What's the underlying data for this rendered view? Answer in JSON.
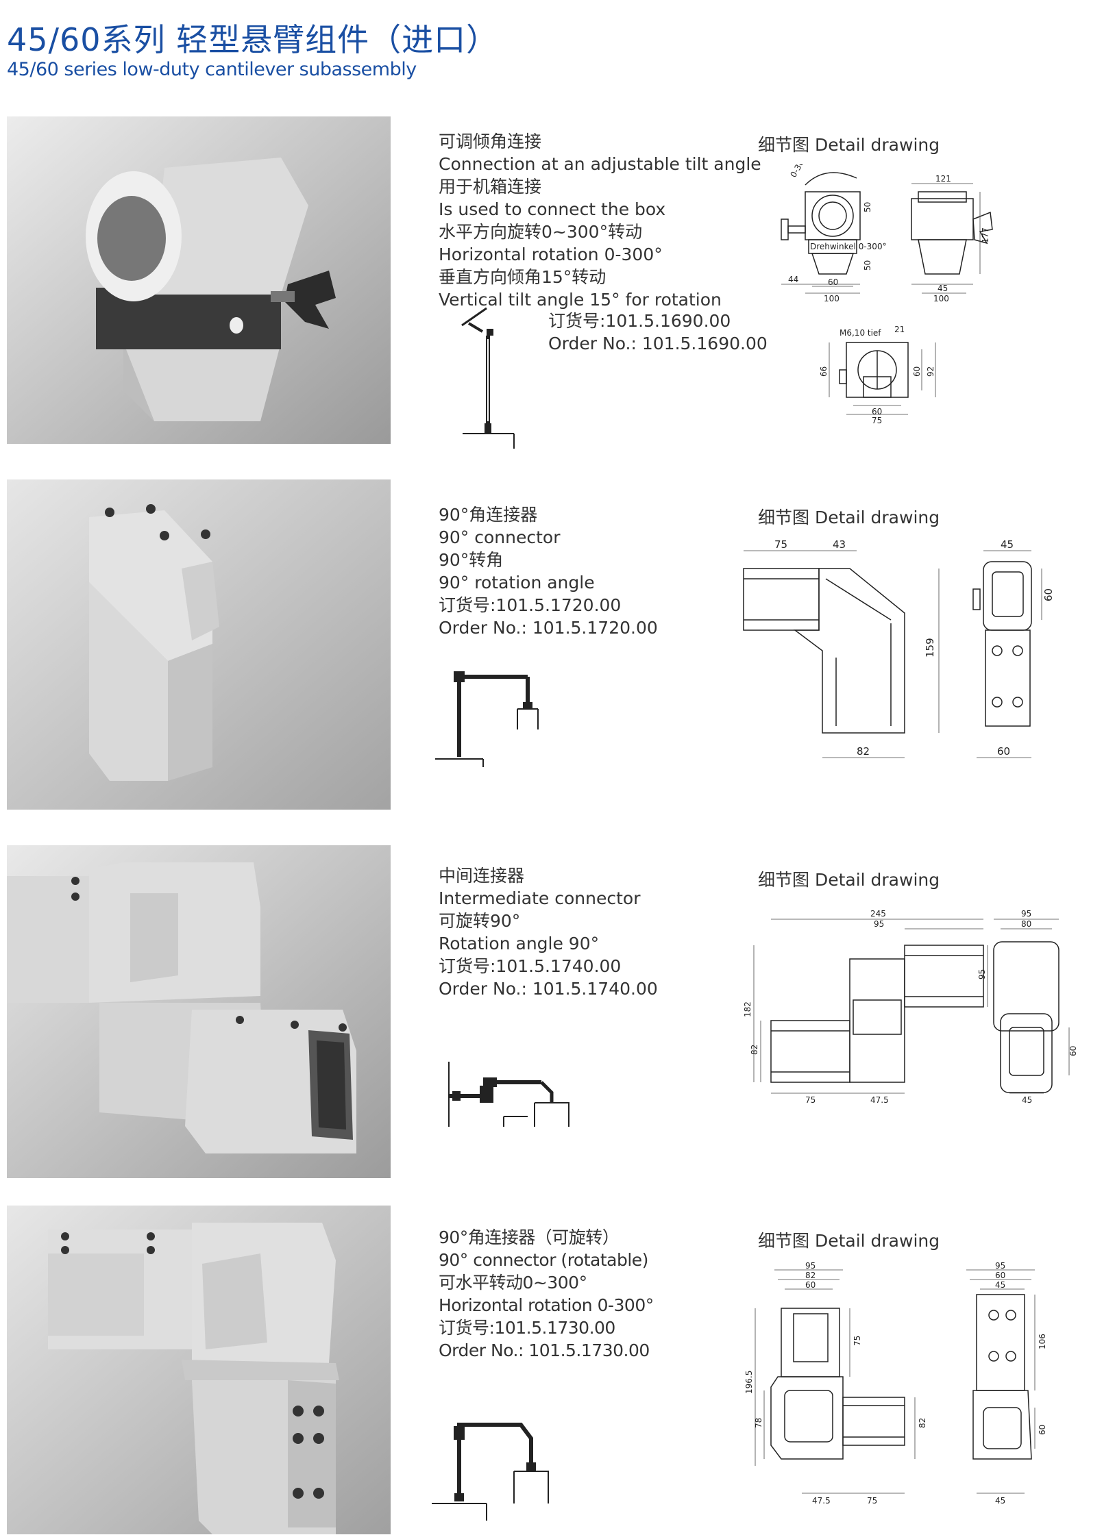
{
  "page": {
    "title_cn": "45/60系列 轻型悬臂组件（进口）",
    "title_en": "45/60 series low-duty cantilever subassembly"
  },
  "products": [
    {
      "lines": [
        "可调倾角连接",
        "Connection at an adjustable tilt angle",
        "用于机箱连接",
        "Is used to connect the box",
        "水平方向旋转0~300°转动",
        "Horizontal rotation 0-300°",
        "垂直方向倾角15°转动",
        "Vertical tilt angle 15°  for rotation"
      ],
      "order_cn": "订货号:101.5.1690.00",
      "order_en": "Order No.: 101.5.1690.00",
      "detail_label": "细节图 Detail drawing",
      "dims": {
        "a": "0-300°",
        "b": "50",
        "c": "50",
        "d": "44",
        "e": "60",
        "f": "100",
        "g": "Drehwinkel 0-300°",
        "h": "121",
        "i": "177",
        "j": "45",
        "k": "100",
        "l": "M6,10 tief",
        "m": "21",
        "n": "66",
        "o": "60",
        "p": "92",
        "q": "60",
        "r": "75"
      }
    },
    {
      "lines": [
        "90°角连接器",
        "90°  connector",
        "90°转角",
        "90°  rotation angle",
        "订货号:101.5.1720.00",
        "Order No.: 101.5.1720.00"
      ],
      "detail_label": "细节图 Detail drawing",
      "dims": {
        "a": "75",
        "b": "43",
        "c": "159",
        "d": "82",
        "e": "45",
        "f": "60",
        "g": "60"
      }
    },
    {
      "lines": [
        "中间连接器",
        "Intermediate connector",
        "可旋转90°",
        "Rotation angle 90°",
        "订货号:101.5.1740.00",
        "Order No.: 101.5.1740.00"
      ],
      "detail_label": "细节图 Detail drawing",
      "dims": {
        "a": "245",
        "b": "95",
        "c": "182",
        "d": "82",
        "e": "95",
        "f": "75",
        "g": "47.5",
        "h": "95",
        "i": "80",
        "j": "60",
        "k": "45"
      }
    },
    {
      "lines": [
        "90°角连接器（可旋转）",
        "90°  connector (rotatable)",
        "可水平转动0~300°",
        "Horizontal rotation 0-300°",
        "订货号:101.5.1730.00",
        "Order No.: 101.5.1730.00"
      ],
      "detail_label": "细节图 Detail drawing",
      "dims": {
        "a": "95",
        "b": "82",
        "c": "60",
        "d": "75",
        "e": "196.5",
        "f": "78",
        "g": "82",
        "h": "47.5",
        "i": "75",
        "j": "95",
        "k": "60",
        "l": "45",
        "m": "106",
        "n": "60",
        "o": "45"
      }
    }
  ],
  "colors": {
    "title": "#1a4fa3",
    "text": "#333333",
    "line": "#222222"
  }
}
